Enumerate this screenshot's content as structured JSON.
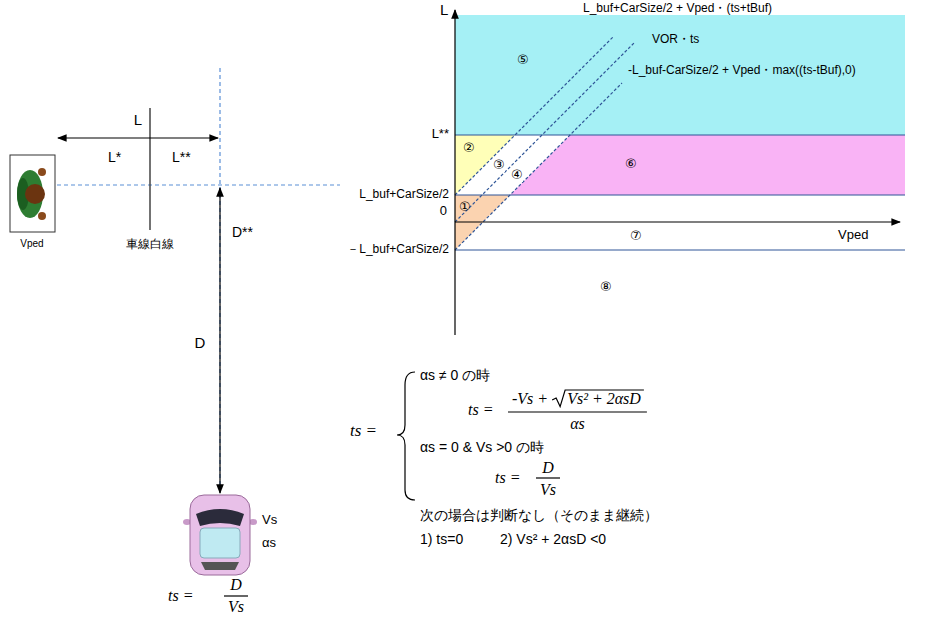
{
  "diagram": {
    "nodes": [
      {
        "text": [
          "⑤"
        ]
      },
      {
        "text": [
          "②"
        ]
      },
      {
        "text": [
          "⑥"
        ]
      },
      {
        "text": [
          "①"
        ]
      }
    ],
    "labels": [
      "L",
      "L*",
      "L**",
      "車線白線",
      "Vped",
      "D**",
      "D",
      "Vs",
      "αs",
      "ts =",
      "D",
      "Vs",
      "L",
      "L_buf+CarSize/2 + Vped・(ts+tBuf)",
      "VOR・ts",
      "-L_buf-CarSize/2 + Vped・max((ts-tBuf),0)",
      "L**",
      "L_buf+CarSize/2",
      "0",
      "－L_buf+CarSize/2",
      "Vped",
      "③",
      "④",
      "⑦",
      "⑧",
      "ts =",
      "αs ≠ 0 の時",
      "ts =",
      "-Vs +",
      "Vs² + 2αsD",
      "αs",
      "αs = 0 & Vs >0 の時",
      "ts =",
      "D",
      "Vs",
      "次の場合は判断なし（そのまま継続）",
      "1) ts=0",
      "2) Vs² + 2αsD <0"
    ]
  }
}
